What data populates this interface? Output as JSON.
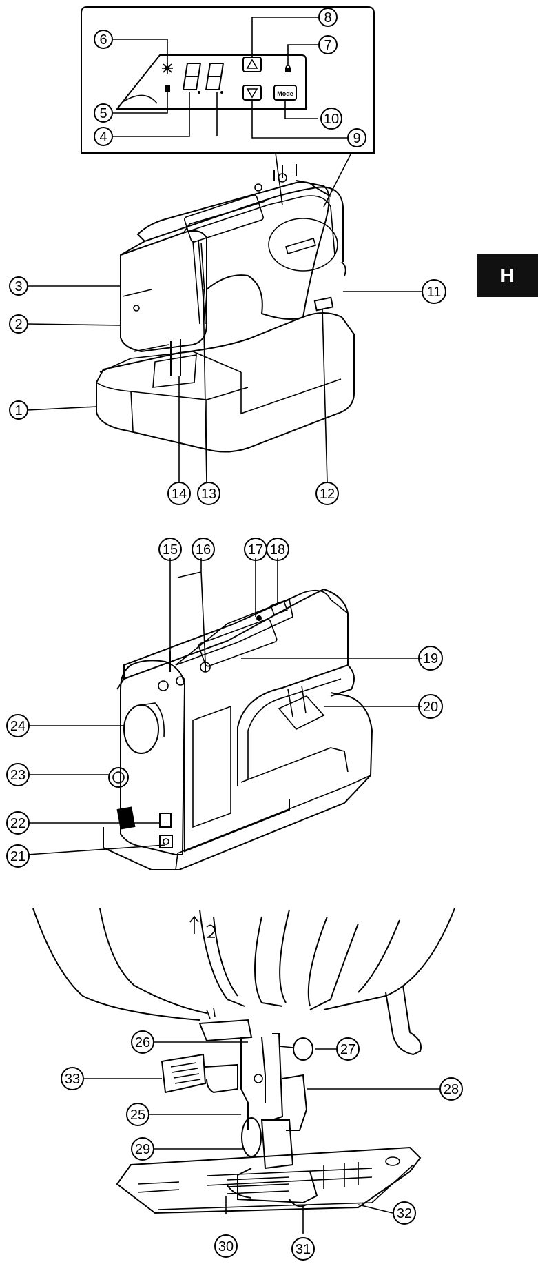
{
  "section_tab": {
    "label": "H"
  },
  "panel": {
    "mode_button_label": "Mode",
    "display_digits": "88"
  },
  "callouts": {
    "c1": "1",
    "c2": "2",
    "c3": "3",
    "c4": "4",
    "c5": "5",
    "c6": "6",
    "c7": "7",
    "c8": "8",
    "c9": "9",
    "c10": "10",
    "c11": "11",
    "c12": "12",
    "c13": "13",
    "c14": "14",
    "c15": "15",
    "c16": "16",
    "c17": "17",
    "c18": "18",
    "c19": "19",
    "c20": "20",
    "c21": "21",
    "c22": "22",
    "c23": "23",
    "c24": "24",
    "c25": "25",
    "c26": "26",
    "c27": "27",
    "c28": "28",
    "c29": "29",
    "c30": "30",
    "c31": "31",
    "c32": "32",
    "c33": "33"
  },
  "colors": {
    "line": "#000000",
    "tab_background": "#111111",
    "tab_text": "#ffffff"
  }
}
